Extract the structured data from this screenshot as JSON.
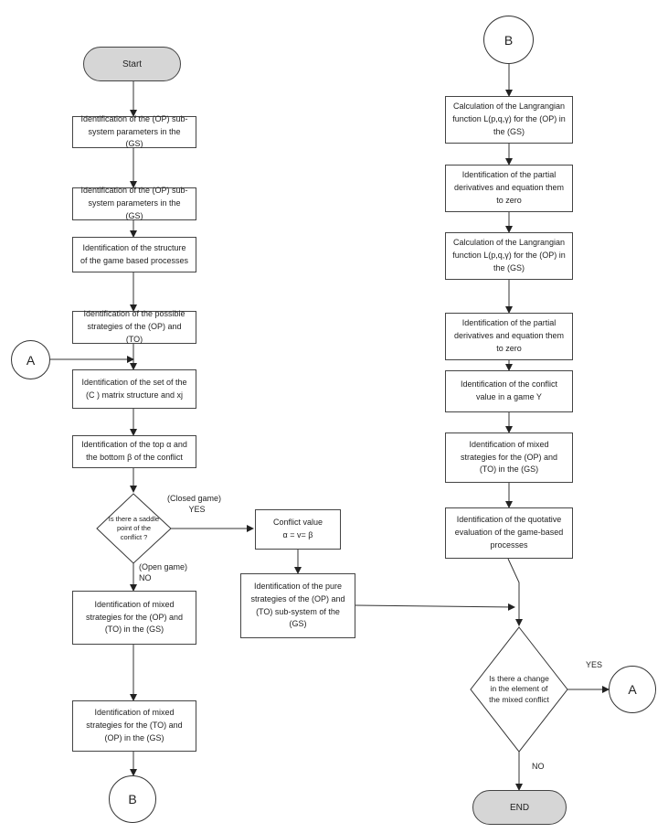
{
  "start": "Start",
  "end": "END",
  "connectors": {
    "a": "A",
    "b": "B"
  },
  "left": [
    "Identification of the (OP) sub-system parameters in the (GS)",
    "Identification of the (OP) sub-system parameters in the (GS)",
    "Identification of the structure of the game based processes",
    "Identification of the possible strategies of the (OP) and (TO)",
    "Identification of the set of the (C ) matrix structure and xj",
    "Identification of the top α and the bottom β of the conflict",
    "Identification of mixed strategies for the (OP) and (TO) in the (GS)",
    "Identification of mixed strategies for the (TO) and (OP) in the (GS)"
  ],
  "decision1": "Is there a saddle point of the conflict ?",
  "decision1_yes": [
    "(Closed game)",
    "YES"
  ],
  "decision1_no": [
    "(Open game)",
    "NO"
  ],
  "conflict_value": [
    "Conflict value",
    "α = v= β"
  ],
  "pure": "Identification of the pure strategies of the (OP) and (TO) sub-system of the (GS)",
  "right": [
    "Calculation of the Langrangian function L(p,q,γ) for the (OP) in the (GS)",
    "Identification of the partial derivatives and equation them to zero",
    "Calculation of the Langrangian function L(p,q,γ) for the (OP) in the (GS)",
    "Identification of the partial derivatives and equation them to zero",
    "Identification of the conflict value in a game Y",
    "Identification of mixed strategies for the (OP) and (TO) in the (GS)",
    "Identification of the quotative evaluation of the game-based processes"
  ],
  "decision2": "Is there a change in the element of the mixed conflict",
  "decision2_yes": "YES",
  "decision2_no": "NO"
}
